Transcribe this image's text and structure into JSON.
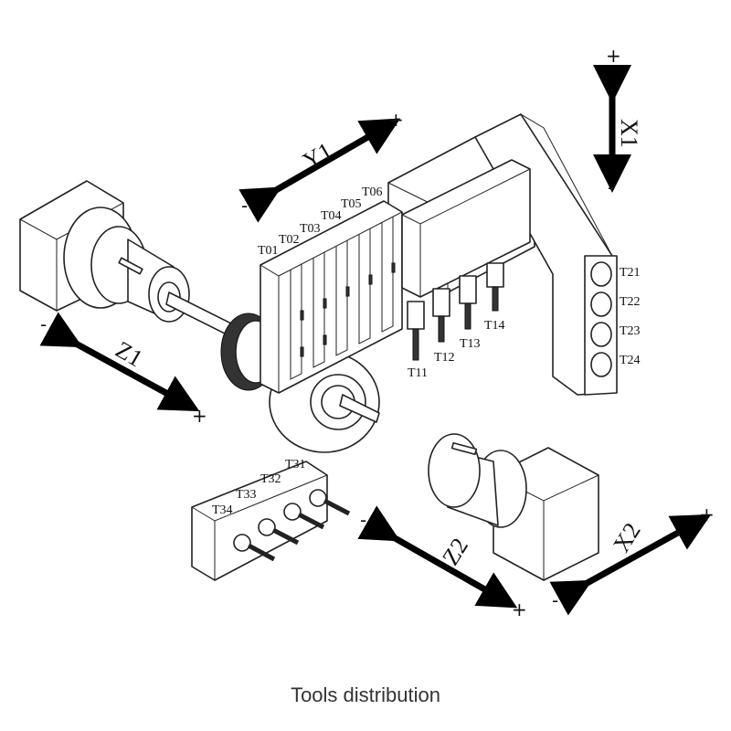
{
  "caption": "Tools distribution",
  "tools": {
    "t01": "T01",
    "t02": "T02",
    "t03": "T03",
    "t04": "T04",
    "t05": "T05",
    "t06": "T06",
    "t11": "T11",
    "t12": "T12",
    "t13": "T13",
    "t14": "T14",
    "t21": "T21",
    "t22": "T22",
    "t23": "T23",
    "t24": "T24",
    "t31": "T31",
    "t32": "T32",
    "t33": "T33",
    "t34": "T34"
  },
  "axes": {
    "x1": "X1",
    "x2": "X2",
    "y1": "Y1",
    "z1": "Z1",
    "z2": "Z2",
    "plus": "+",
    "minus": "-"
  }
}
